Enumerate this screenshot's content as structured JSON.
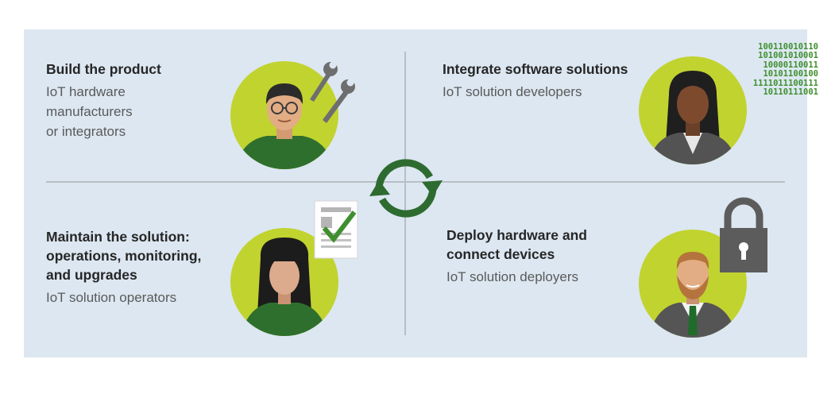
{
  "quadrants": [
    {
      "title": "Build the product",
      "role": "IoT hardware\nmanufacturers\nor integrators"
    },
    {
      "title": "Integrate software solutions",
      "role": "IoT solution developers"
    },
    {
      "title": "Maintain the solution: operations, monitoring, and upgrades",
      "role": "IoT solution operators"
    },
    {
      "title": "Deploy hardware and connect devices",
      "role": "IoT solution deployers"
    }
  ],
  "binary_lines": [
    "100110010110",
    "101001010001",
    "10000110011",
    "10101100100",
    "1111011100111",
    "10110111001"
  ],
  "colors": {
    "panel": "#dce7f1",
    "avatar_circle": "#c1d32f",
    "cycle_arrows": "#2e6b30",
    "binary_text": "#3f8f2f"
  },
  "icons": [
    "wrench-icon",
    "binary-code-icon",
    "document-checkmark-icon",
    "padlock-icon",
    "cycle-arrows-icon"
  ]
}
